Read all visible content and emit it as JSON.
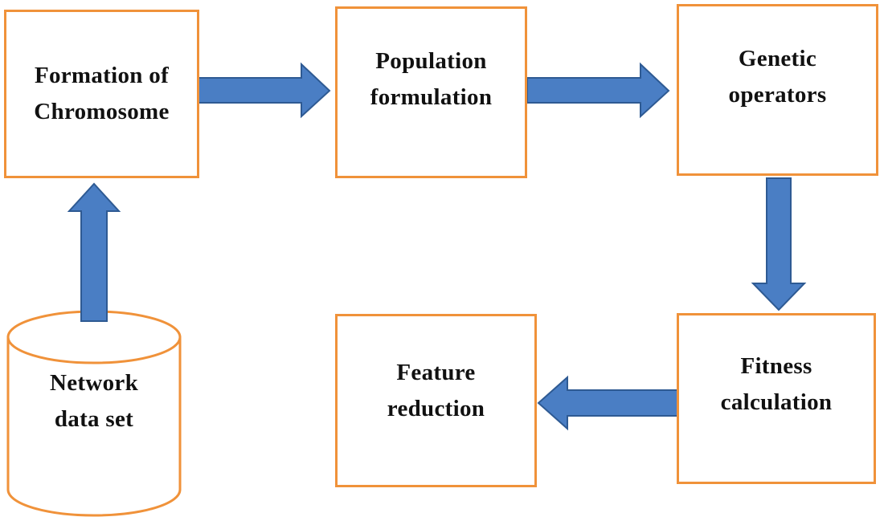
{
  "colors": {
    "box_border": "#f0923a",
    "arrow_fill": "#4a7ec4",
    "arrow_stroke": "#2e5a93",
    "text": "#111111"
  },
  "nodes": {
    "chromosome": {
      "label": "Formation of\nChromosome"
    },
    "population": {
      "label": "Population\nformulation"
    },
    "genetic": {
      "label": "Genetic\noperators"
    },
    "fitness": {
      "label": "Fitness\ncalculation"
    },
    "feature": {
      "label": "Feature\nreduction"
    },
    "dataset": {
      "label": "Network\ndata set",
      "shape": "cylinder"
    }
  },
  "edges": [
    {
      "from": "dataset",
      "to": "chromosome"
    },
    {
      "from": "chromosome",
      "to": "population"
    },
    {
      "from": "population",
      "to": "genetic"
    },
    {
      "from": "genetic",
      "to": "fitness"
    },
    {
      "from": "fitness",
      "to": "feature"
    }
  ]
}
